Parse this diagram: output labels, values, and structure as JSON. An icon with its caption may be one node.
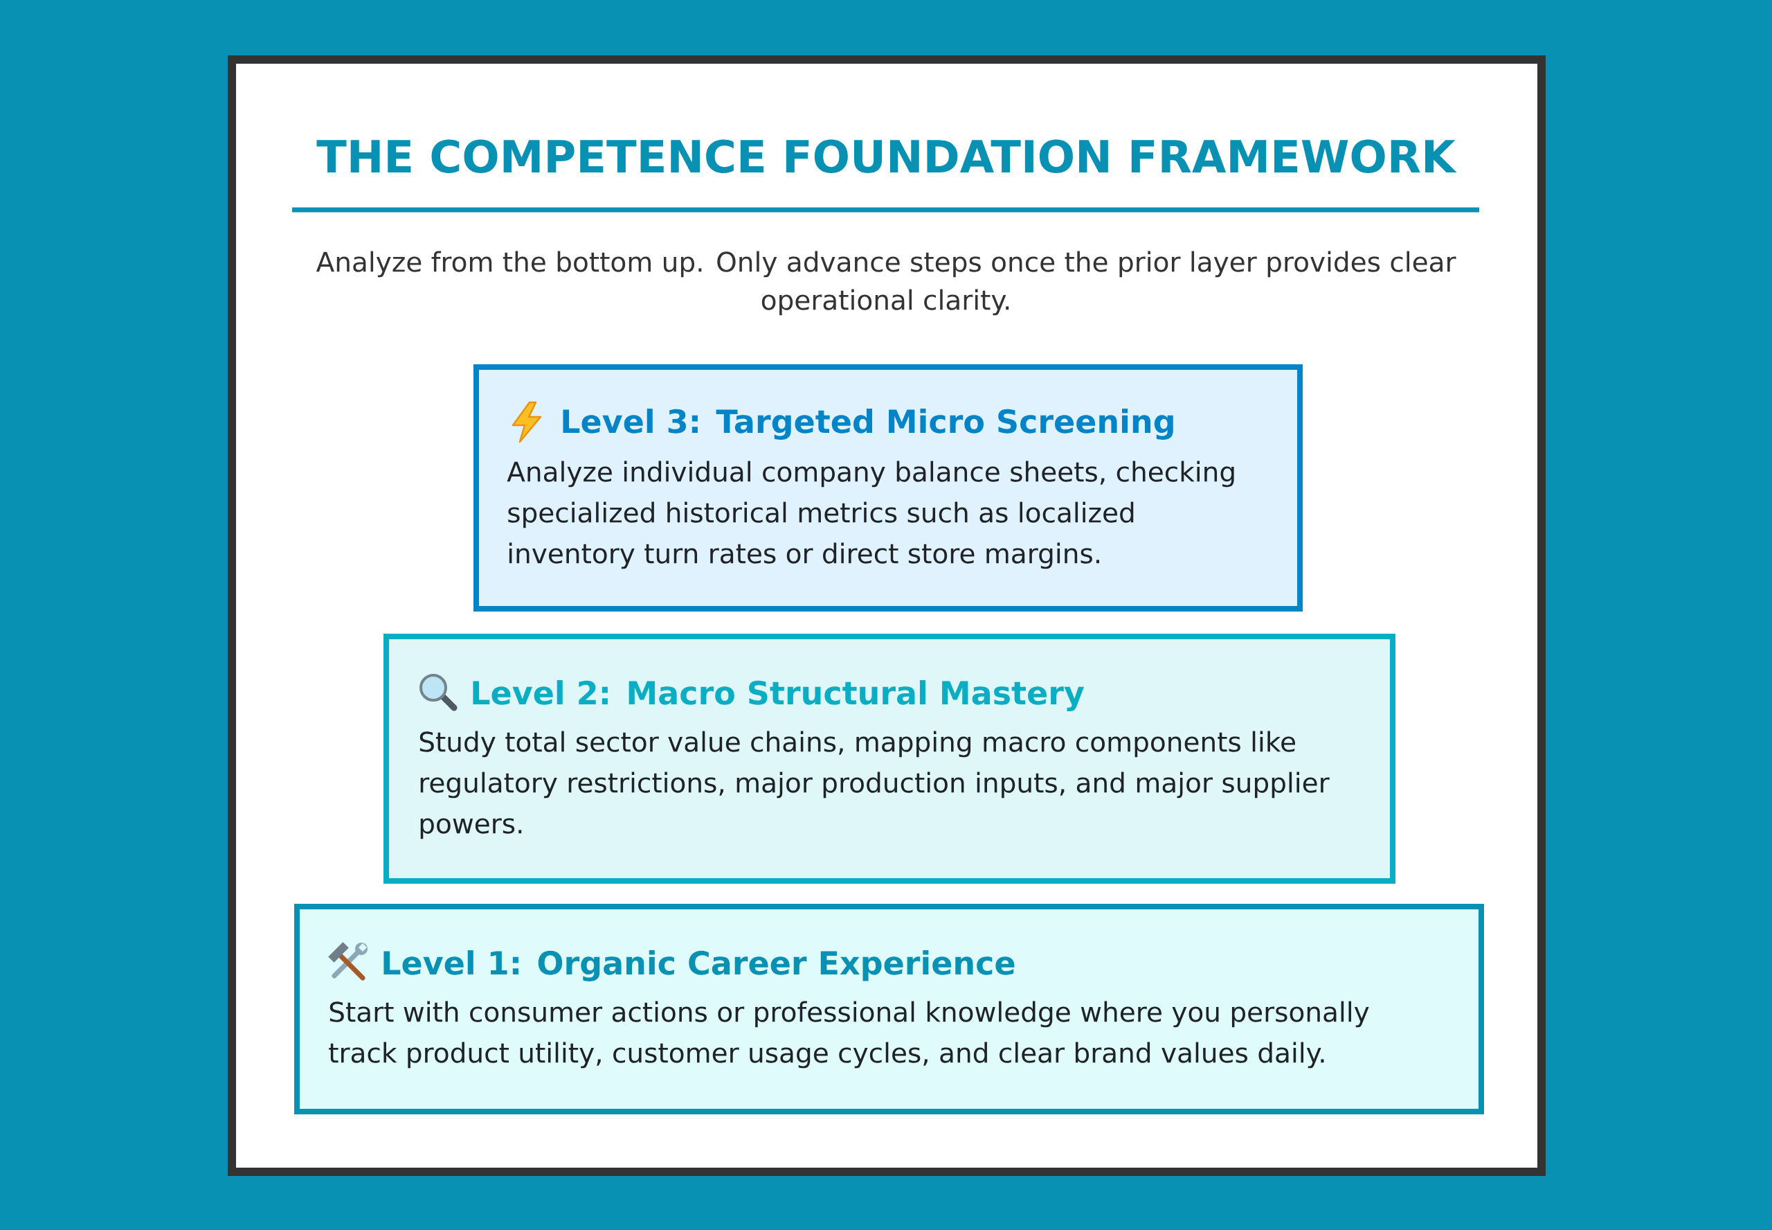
{
  "diagram": {
    "title": "THE COMPETENCE FOUNDATION FRAMEWORK",
    "nodes": [
      {
        "text": [
          "Level 3: Targeted Micro Screening",
          "Analyze individual company balance sheets, checking specialized historical metrics such as localized inventory turn rates or direct store margins."
        ]
      },
      {
        "text": [
          "Level 2: Macro Structural Mastery",
          "Study total sector value chains, mapping macro components like regulatory restrictions, major production inputs, and major supplier powers."
        ]
      },
      {
        "text": [
          "Level 1: Organic Career Experience",
          "Start with consumer actions or professional knowledge where you personally track product utility, customer usage cycles, and clear brand values daily."
        ]
      }
    ],
    "labels": [
      "Analyze from the bottom up. Only advance steps once the prior layer provides clear operational clarity."
    ]
  }
}
